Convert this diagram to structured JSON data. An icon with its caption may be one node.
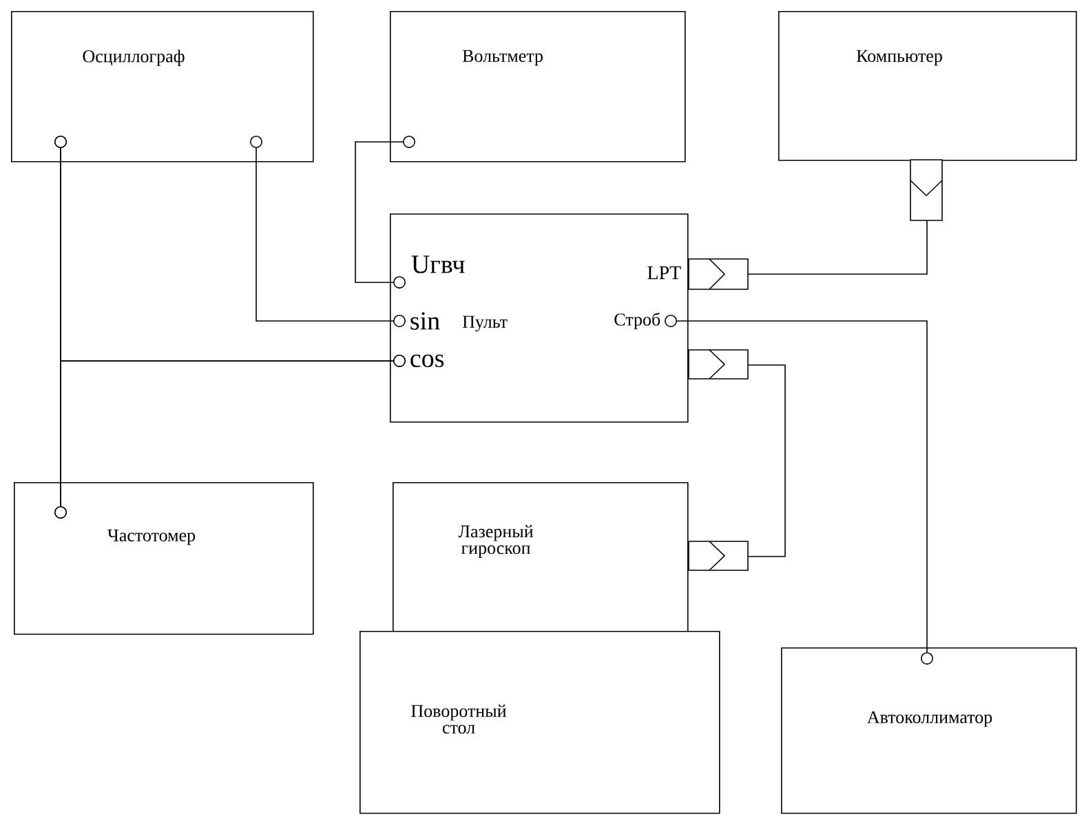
{
  "diagram": {
    "nodes": [
      {
        "text": [
          "Осциллограф"
        ]
      },
      {
        "text": [
          "Вольтметр"
        ]
      },
      {
        "text": [
          "Компьютер"
        ]
      },
      {
        "text": [
          "Uгвч",
          "LPT",
          "sin",
          "Пульт",
          "Строб",
          "cos"
        ]
      },
      {
        "text": [
          "Частотомер"
        ]
      },
      {
        "text": [
          "Лазерный гироскоп"
        ]
      },
      {
        "text": [
          "Поворотный стол"
        ]
      },
      {
        "text": [
          "Автоколлиматор"
        ]
      }
    ],
    "edges": [
      {
        "from": 0,
        "to": 4,
        "arrow": "other"
      },
      {
        "from": 3,
        "to": 0,
        "arrow": "other"
      },
      {
        "from": 3,
        "to": 4,
        "arrow": "other"
      },
      {
        "from": 0,
        "to": 3,
        "arrow": "other"
      },
      {
        "from": 1,
        "to": 3,
        "arrow": "other"
      },
      {
        "from": 3,
        "to": 2,
        "arrow": "none"
      },
      {
        "from": 3,
        "to": 7,
        "arrow": "other"
      },
      {
        "from": 3,
        "to": 5,
        "arrow": "none"
      }
    ]
  }
}
